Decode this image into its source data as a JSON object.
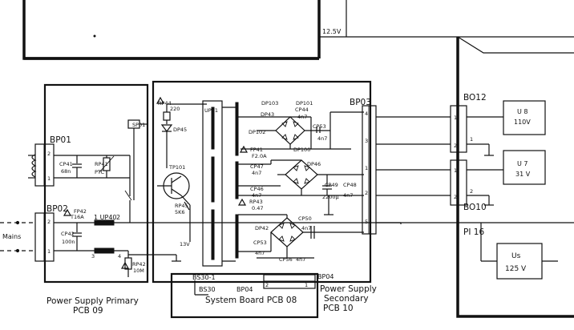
{
  "voltage_top": "12.5V",
  "pcb_primary": {
    "title_line1": "Power Supply Primary",
    "title_line2": "PCB 09"
  },
  "pcb_secondary": {
    "title_line1": "Power Supply",
    "title_line2": "Secondary",
    "title_line3": "PCB 10"
  },
  "system_board": "System Board PCB 08",
  "connectors": {
    "bp01": "BP01",
    "bp02": "BP02",
    "bp03": "BP03",
    "bp04_top": "BP04",
    "bp04_bottom": "BP04",
    "bs30_1": "BS30-1",
    "bs30": "BS30",
    "bo12": "BO12",
    "bo10": "BO10",
    "pi16": "PI 16"
  },
  "outputs": {
    "u8_name": "U 8",
    "u8_val": "110V",
    "u7_name": "U 7",
    "u7_val": "31 V",
    "us_name": "Us",
    "us_val": "125 V"
  },
  "mains": "Mains",
  "primary_parts": {
    "sp01": "SP01",
    "cp41": "CP41",
    "cp41_val": "68n",
    "rp41": "RP41",
    "rp41_type": "PTC",
    "fp42": "FP42",
    "fp42_val": "T16A",
    "up40": "1 UP40",
    "up40_pin": "2",
    "cp42": "CP42",
    "cp42_val": "100n",
    "pin3": "3",
    "pin4": "4",
    "rp42": "RP42",
    "rp42_val": "10M"
  },
  "secondary_parts": {
    "rp44": "RP44",
    "rp44_val": "220",
    "dp45": "DP45",
    "up41": "UP41",
    "tp101": "TP101",
    "rp45": "RP45",
    "rp45_val": "5K6",
    "v13": "13V",
    "dp103": "DP103",
    "dp101": "DP101",
    "cp44": "CP44",
    "cp44_val": "4n7",
    "dp43": "DP43",
    "dp102": "DP102",
    "cp53": "CP53",
    "cp53_val": "4n7",
    "dp100": "DP100",
    "fp41": "FP41",
    "fp41_val": "F2.0A",
    "cp47": "CP47",
    "cp47_val": "4n7",
    "dp46": "DP46",
    "cp46": "CP46",
    "cp46_val": "4n7",
    "cp49": "CP49",
    "cp49_val": "2200µ",
    "cp48": "CP48",
    "cp48_val": "4n7",
    "rp43": "RP43",
    "rp43_val": "0.47",
    "dp42": "DP42",
    "cp50": "CP50",
    "cp50_val": "4n7",
    "cp53b": "CP53",
    "cp53b_val": "4n7",
    "cp56": "CP56",
    "cp56_val": "4n7"
  },
  "pins": {
    "bp03_4": "4",
    "bp03_3": "3",
    "bp03_1": "1",
    "bp03_2": "2",
    "bp03_5": "5",
    "bo12_1": "1",
    "bo12_2": "2",
    "bo12_1b": "1",
    "bo12_2b": "2",
    "bo10_1": "1",
    "bo10_2": "2",
    "bp01_2": "2",
    "bp01_1": "1",
    "bp02_2": "2",
    "bp02_1": "1",
    "bp04_2": "2",
    "bp04_1": "1"
  }
}
